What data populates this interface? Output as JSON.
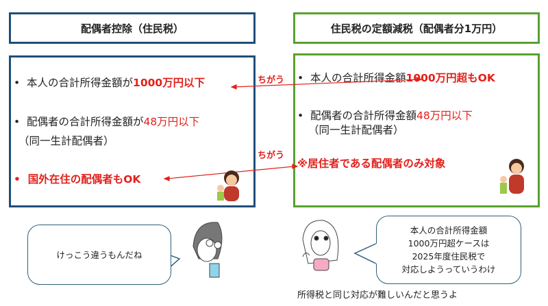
{
  "left": {
    "title": "配偶者控除（住民税）",
    "b1_prefix": "本人の合計所得金額が",
    "b1_value": "1000万円以下",
    "b2_prefix": "配偶者の合計所得金額が",
    "b2_value": "48万円以下",
    "b2_note": "（同一生計配偶者）",
    "b3": "国外在住の配偶者もOK"
  },
  "right": {
    "title": "住民税の定額減税（配偶者分1万円）",
    "b1_prefix": "本人の合計所得金額",
    "b1_value": "1000万円超もOK",
    "b2_prefix": "配偶者の合計所得金額",
    "b2_value": "48万円以下",
    "b2_note": "（同一生計配偶者）",
    "b3": "※居住者である配偶者のみ対象"
  },
  "diff_label_1": "ちがう",
  "diff_label_2": "ちがう",
  "bubble_left": "けっこう違うもんだね",
  "bubble_right": [
    "本人の合計所得金額",
    "1000万円超ケースは",
    "2025年度住民税で",
    "対応しようっていうわけ"
  ],
  "caption": "所得税と同じ対応が難しいんだと思うよ",
  "bullet": "•"
}
